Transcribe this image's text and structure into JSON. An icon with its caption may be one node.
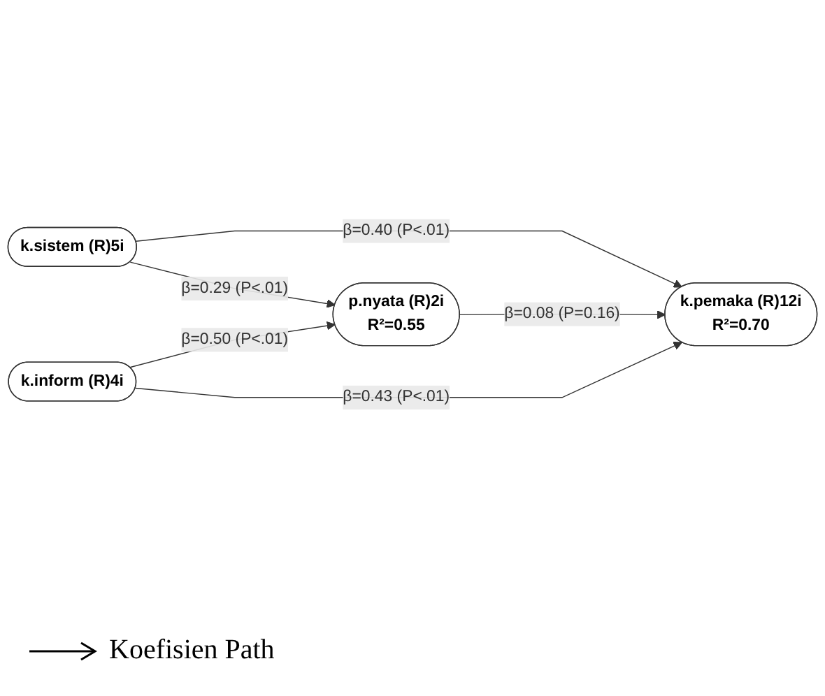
{
  "diagram": {
    "nodes": [
      {
        "text": [
          "k.sistem (R)5i"
        ]
      },
      {
        "text": [
          "p.nyata (R)2i",
          "R²=0.55"
        ]
      },
      {
        "text": [
          "k.pemaka (R)12i",
          "R²=0.70"
        ]
      },
      {
        "text": [
          "k.inform (R)4i"
        ]
      }
    ],
    "edges": [
      {
        "from": 0,
        "to": 1,
        "arrow": "to",
        "label": "β=0.29 (P<.01)"
      },
      {
        "from": 0,
        "to": 2,
        "arrow": "to",
        "label": "β=0.40 (P<.01)"
      },
      {
        "from": 3,
        "to": 1,
        "arrow": "to",
        "label": "β=0.50 (P<.01)"
      },
      {
        "from": 1,
        "to": 2,
        "arrow": "to",
        "label": "β=0.08 (P=0.16)"
      },
      {
        "from": 3,
        "to": 2,
        "arrow": "to",
        "label": "β=0.43 (P<.01)"
      }
    ],
    "legend": [
      {
        "text": "Koefisien Path"
      }
    ]
  }
}
